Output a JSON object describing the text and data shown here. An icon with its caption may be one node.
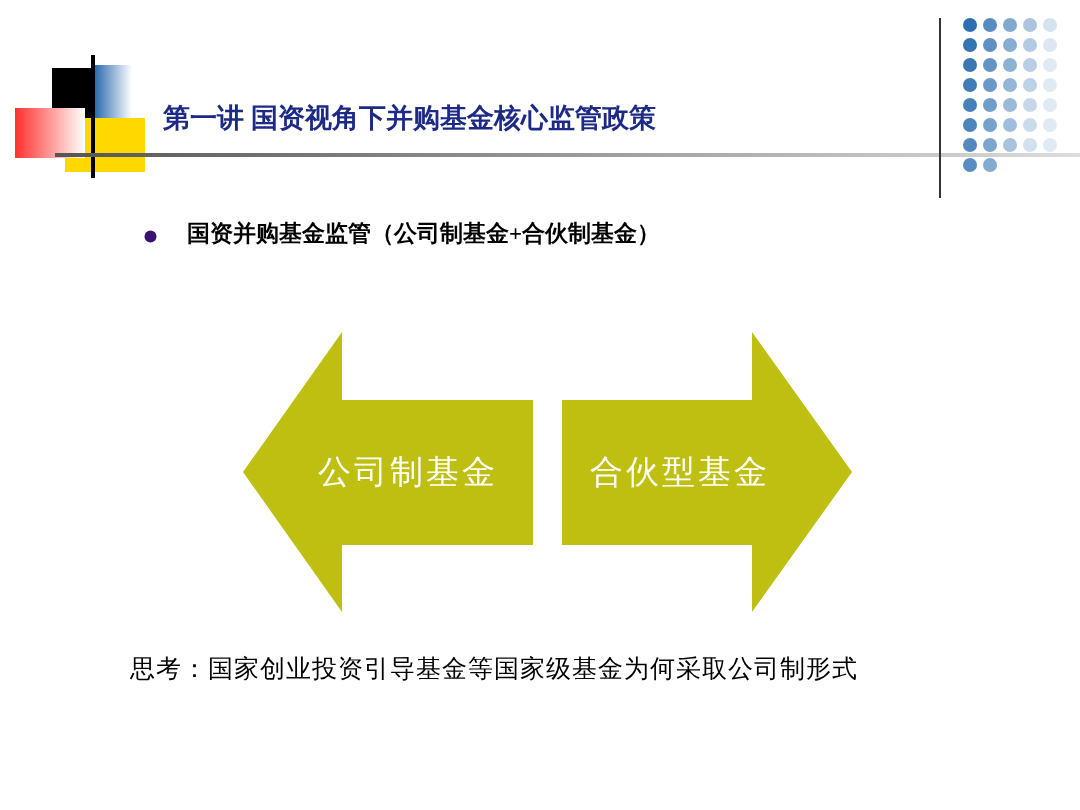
{
  "diagram": {
    "title": "第一讲 国资视角下并购基金核心监管政策",
    "nodes": [
      {
        "text": [
          "公司制基金"
        ]
      },
      {
        "text": [
          "合伙型基金"
        ]
      }
    ],
    "labels": [
      "国资并购基金监管（公司制基金+合伙制基金）",
      "思考：国家创业投资引导基金等国家级基金为何采取公司制形式"
    ]
  }
}
